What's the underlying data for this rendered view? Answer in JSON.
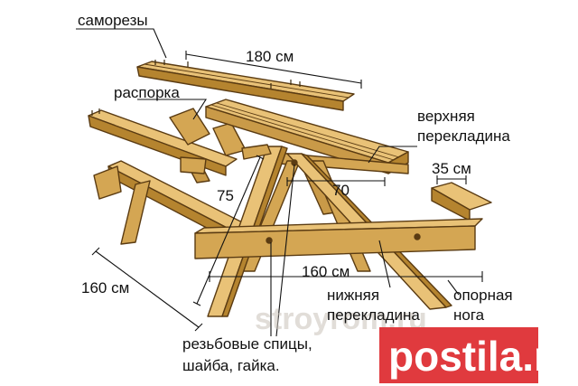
{
  "labels": {
    "screws": "саморезы",
    "top_length": "180 см",
    "brace": "распорка",
    "upper_crossbar_1": "верхняя",
    "upper_crossbar_2": "перекладина",
    "top_width": "35 см",
    "inner_70": "70",
    "leg_75": "75",
    "bench_length": "160 см",
    "leg_span": "160 см",
    "lower_crossbar_1": "нижняя",
    "lower_crossbar_2": "перекладина",
    "support_leg_1": "опорная",
    "support_leg_2": "нога",
    "threaded_rods_1": "резьбовые спицы,",
    "threaded_rods_2": "шайба, гайка."
  },
  "watermarks": {
    "stroyrom": "stroyrom.ru",
    "postila": "postila.ru"
  },
  "colors": {
    "wood_light": "#e9c277",
    "wood_mid": "#d4a653",
    "wood_dark": "#a9782f",
    "outline": "#5a3b12",
    "leader_line": "#111111",
    "postila_red": "#e03a3e"
  }
}
